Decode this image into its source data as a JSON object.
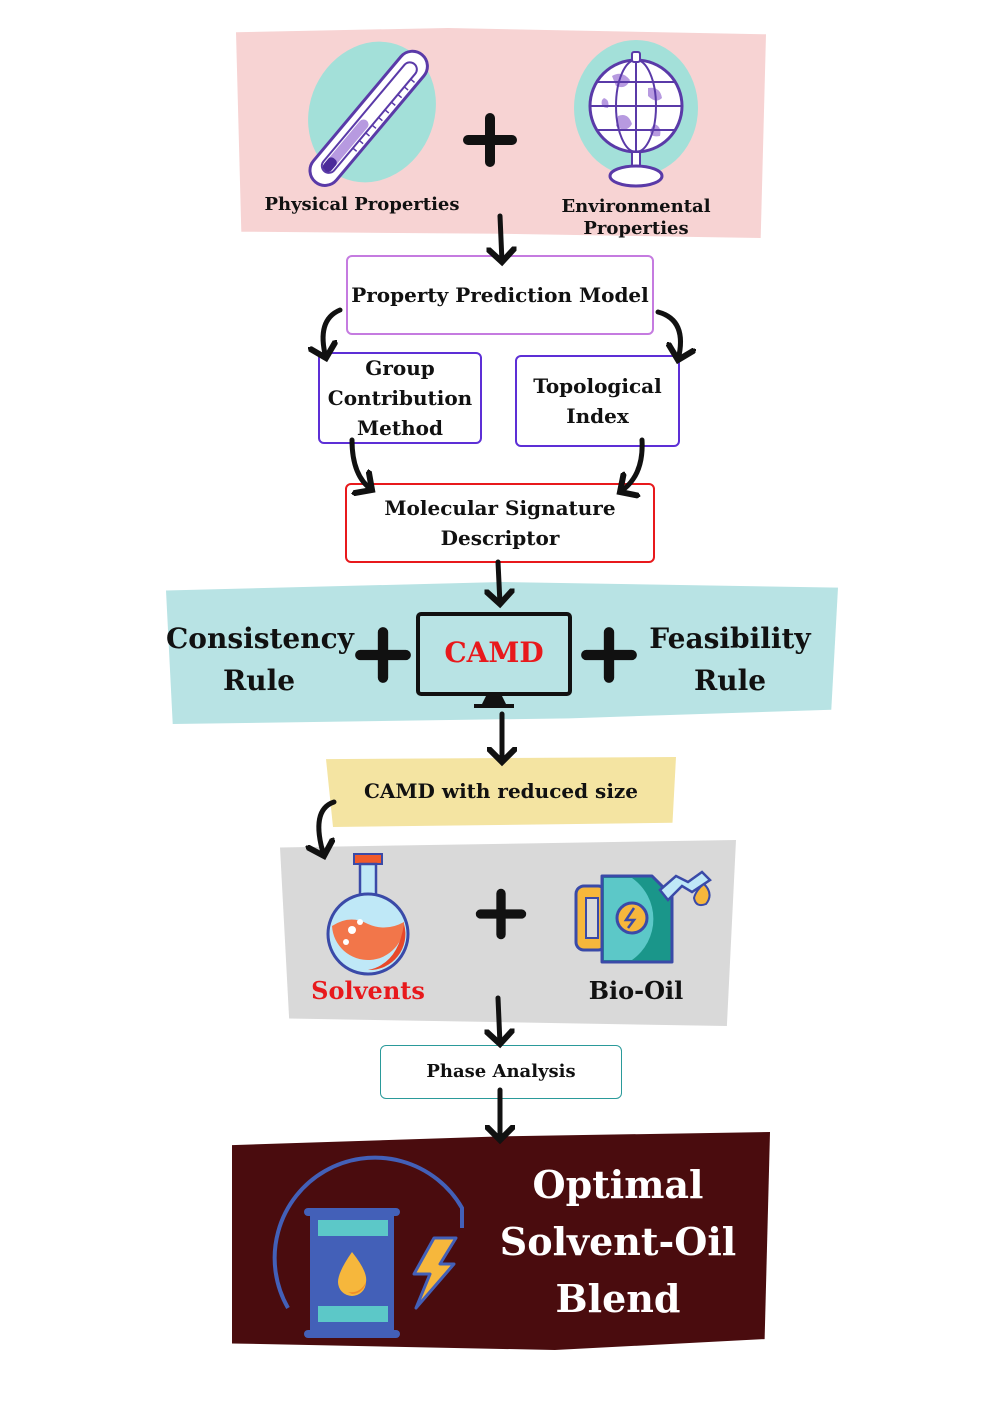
{
  "inputs": {
    "physical_label": "Physical Properties",
    "environmental_label": "Environmental Properties",
    "physical_icon": "thermometer-icon",
    "environmental_icon": "globe-icon",
    "operator": "+"
  },
  "prediction": {
    "model_label": "Property Prediction Model",
    "gcm_line1": "Group",
    "gcm_line2": "Contribution",
    "gcm_line3": "Method",
    "ti_line1": "Topological",
    "ti_line2": "Index",
    "msd_line1": "Molecular Signature",
    "msd_line2": "Descriptor"
  },
  "camd": {
    "left_line1": "Consistency",
    "left_line2": "Rule",
    "center_label": "CAMD",
    "right_line1": "Feasibility",
    "right_line2": "Rule",
    "center_icon": "monitor-icon",
    "operator": "+"
  },
  "reduced": {
    "label": "CAMD with reduced size"
  },
  "blend_inputs": {
    "solvents_label": "Solvents",
    "biooil_label": "Bio-Oil",
    "solvents_icon": "flask-icon",
    "biooil_icon": "fuel-can-icon",
    "operator": "+"
  },
  "phase": {
    "label": "Phase Analysis"
  },
  "result": {
    "line1": "Optimal",
    "line2": "Solvent-Oil",
    "line3": "Blend",
    "icon": "oil-barrel-energy-icon"
  },
  "colors": {
    "pink_bg": "#f7d3d3",
    "teal_bg": "#b8e3e4",
    "yellow_bg": "#f4e4a2",
    "grey_bg": "#d9d9d9",
    "maroon_bg": "#4a0c0e",
    "accent_red": "#e8191c"
  }
}
